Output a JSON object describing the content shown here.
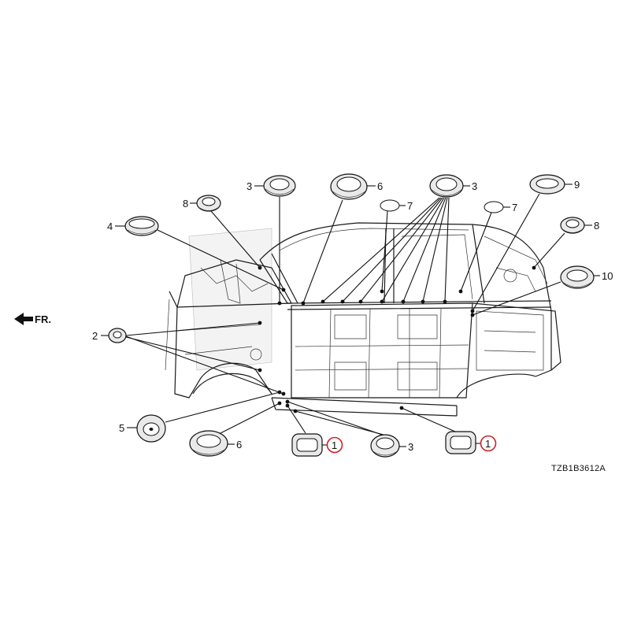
{
  "diagram": {
    "direction_label": "FR.",
    "drawing_code": "TZB1B3612A",
    "callouts": [
      {
        "id": "c3-top-left",
        "label": "3",
        "part": "grommet"
      },
      {
        "id": "c6-top",
        "label": "6",
        "part": "grommet"
      },
      {
        "id": "c3-top-right",
        "label": "3",
        "part": "grommet"
      },
      {
        "id": "c9",
        "label": "9",
        "part": "grommet"
      },
      {
        "id": "c8-left",
        "label": "8",
        "part": "grommet"
      },
      {
        "id": "c7-left",
        "label": "7",
        "part": "plug"
      },
      {
        "id": "c7-right",
        "label": "7",
        "part": "plug"
      },
      {
        "id": "c4",
        "label": "4",
        "part": "grommet"
      },
      {
        "id": "c8-right",
        "label": "8",
        "part": "grommet"
      },
      {
        "id": "c10",
        "label": "10",
        "part": "grommet"
      },
      {
        "id": "c2",
        "label": "2",
        "part": "grommet"
      },
      {
        "id": "c5",
        "label": "5",
        "part": "grommet"
      },
      {
        "id": "c6-bottom",
        "label": "6",
        "part": "grommet"
      },
      {
        "id": "c1-left",
        "label": "1",
        "part": "plug",
        "highlighted": true
      },
      {
        "id": "c3-bottom",
        "label": "3",
        "part": "grommet"
      },
      {
        "id": "c1-right",
        "label": "1",
        "part": "plug",
        "highlighted": true
      }
    ],
    "colors": {
      "line": "#111111",
      "highlight": "#d21f26",
      "background": "#ffffff"
    }
  }
}
